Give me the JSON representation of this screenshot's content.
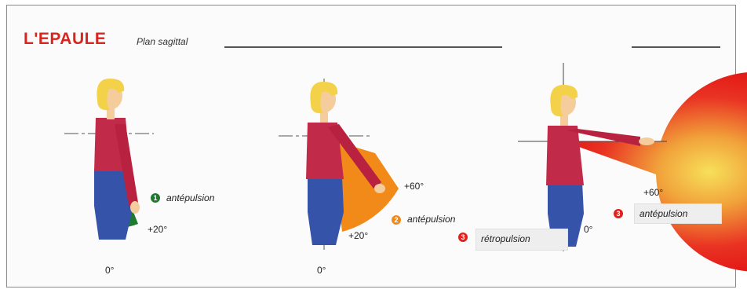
{
  "header": {
    "title": "L'EPAULE",
    "subtitle": "Plan sagittal"
  },
  "figures": [
    {
      "number": "1",
      "movement": "antépulsion",
      "angle_start": "0°",
      "angle_end": "+20°",
      "color": "#1e7a2e"
    },
    {
      "number": "2",
      "movement": "antépulsion",
      "angle_start": "0°",
      "angle_end": "+20°",
      "angle_far": "+60°",
      "color": "#f28a1a"
    },
    {
      "number": "3",
      "movement_front": "antépulsion",
      "movement_back": "rétropulsion",
      "angle_start": "0°",
      "angle_front": "+60°",
      "color": "#e3201b"
    }
  ],
  "colors": {
    "title": "#d7261f",
    "sweater": "#c22a4a",
    "jeans": "#3553a8",
    "hair": "#f3d24a",
    "skin": "#f5cc9c"
  }
}
